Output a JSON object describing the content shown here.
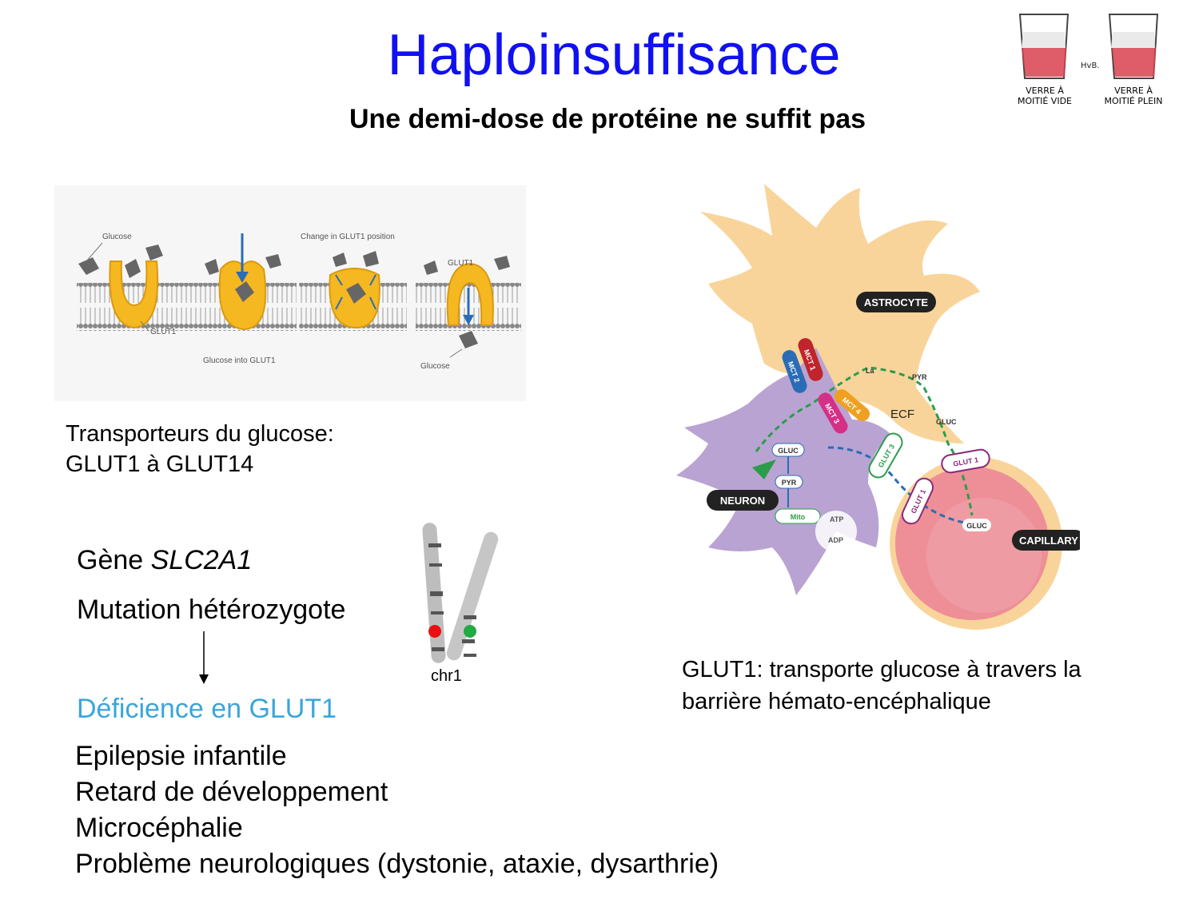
{
  "title": "Haploinsuffisance",
  "subtitle": "Une demi-dose de protéine ne suffit pas",
  "glasses": {
    "left_label_1": "VERRE À",
    "left_label_2": "MOITIÉ VIDE",
    "right_label_1": "VERRE À",
    "right_label_2": "MOITIÉ PLEIN",
    "signature": "HvB."
  },
  "glut_figure": {
    "glucose": "Glucose",
    "change": "Change in GLUT1 position",
    "glut1_a": "GLUT1",
    "glut1_b": "GLUT1",
    "into": "Glucose into GLUT1",
    "glucose_out": "Glucose"
  },
  "caption_left": {
    "line1": "Transporteurs du glucose:",
    "line2": "GLUT1 à GLUT14"
  },
  "gene": {
    "prefix": "Gène ",
    "name": "SLC2A1"
  },
  "mutation": "Mutation hétérozygote",
  "chromosome_label": "chr1",
  "deficiency": "Déficience en GLUT1",
  "symptoms": [
    "Epilepsie infantile",
    "Retard de développement",
    "Microcéphalie",
    "Problème neurologiques (dystonie, ataxie, dysarthrie)"
  ],
  "cell_figure": {
    "astrocyte": "ASTROCYTE",
    "neuron": "NEURON",
    "capillary": "CAPILLARY",
    "ecf": "ECF",
    "la": "La",
    "pyr_top": "PYR",
    "gluc_top": "GLUC",
    "gluc_n": "GLUC",
    "pyr_n": "PYR",
    "mito": "Mito",
    "atp": "ATP",
    "adp": "ADP",
    "gluc_c": "GLUC",
    "mct1": "MCT 1",
    "mct2": "MCT 2",
    "mct3": "MCT 3",
    "mct4": "MCT 4",
    "glut3": "GLUT 3",
    "glut1_top": "GLUT 1",
    "glut1_mid": "GLUT 1"
  },
  "caption_right": {
    "line1": "GLUT1: transporte glucose à travers la",
    "line2": "barrière hémato-encéphalique"
  },
  "colors": {
    "title": "#1010f0",
    "deficiency": "#3aa5dc",
    "astrocyte": "#f9d49a",
    "neuron": "#b9a3d2",
    "capillary": "#ee8f98",
    "allele_red": "#e81010",
    "allele_green": "#22aa44"
  }
}
